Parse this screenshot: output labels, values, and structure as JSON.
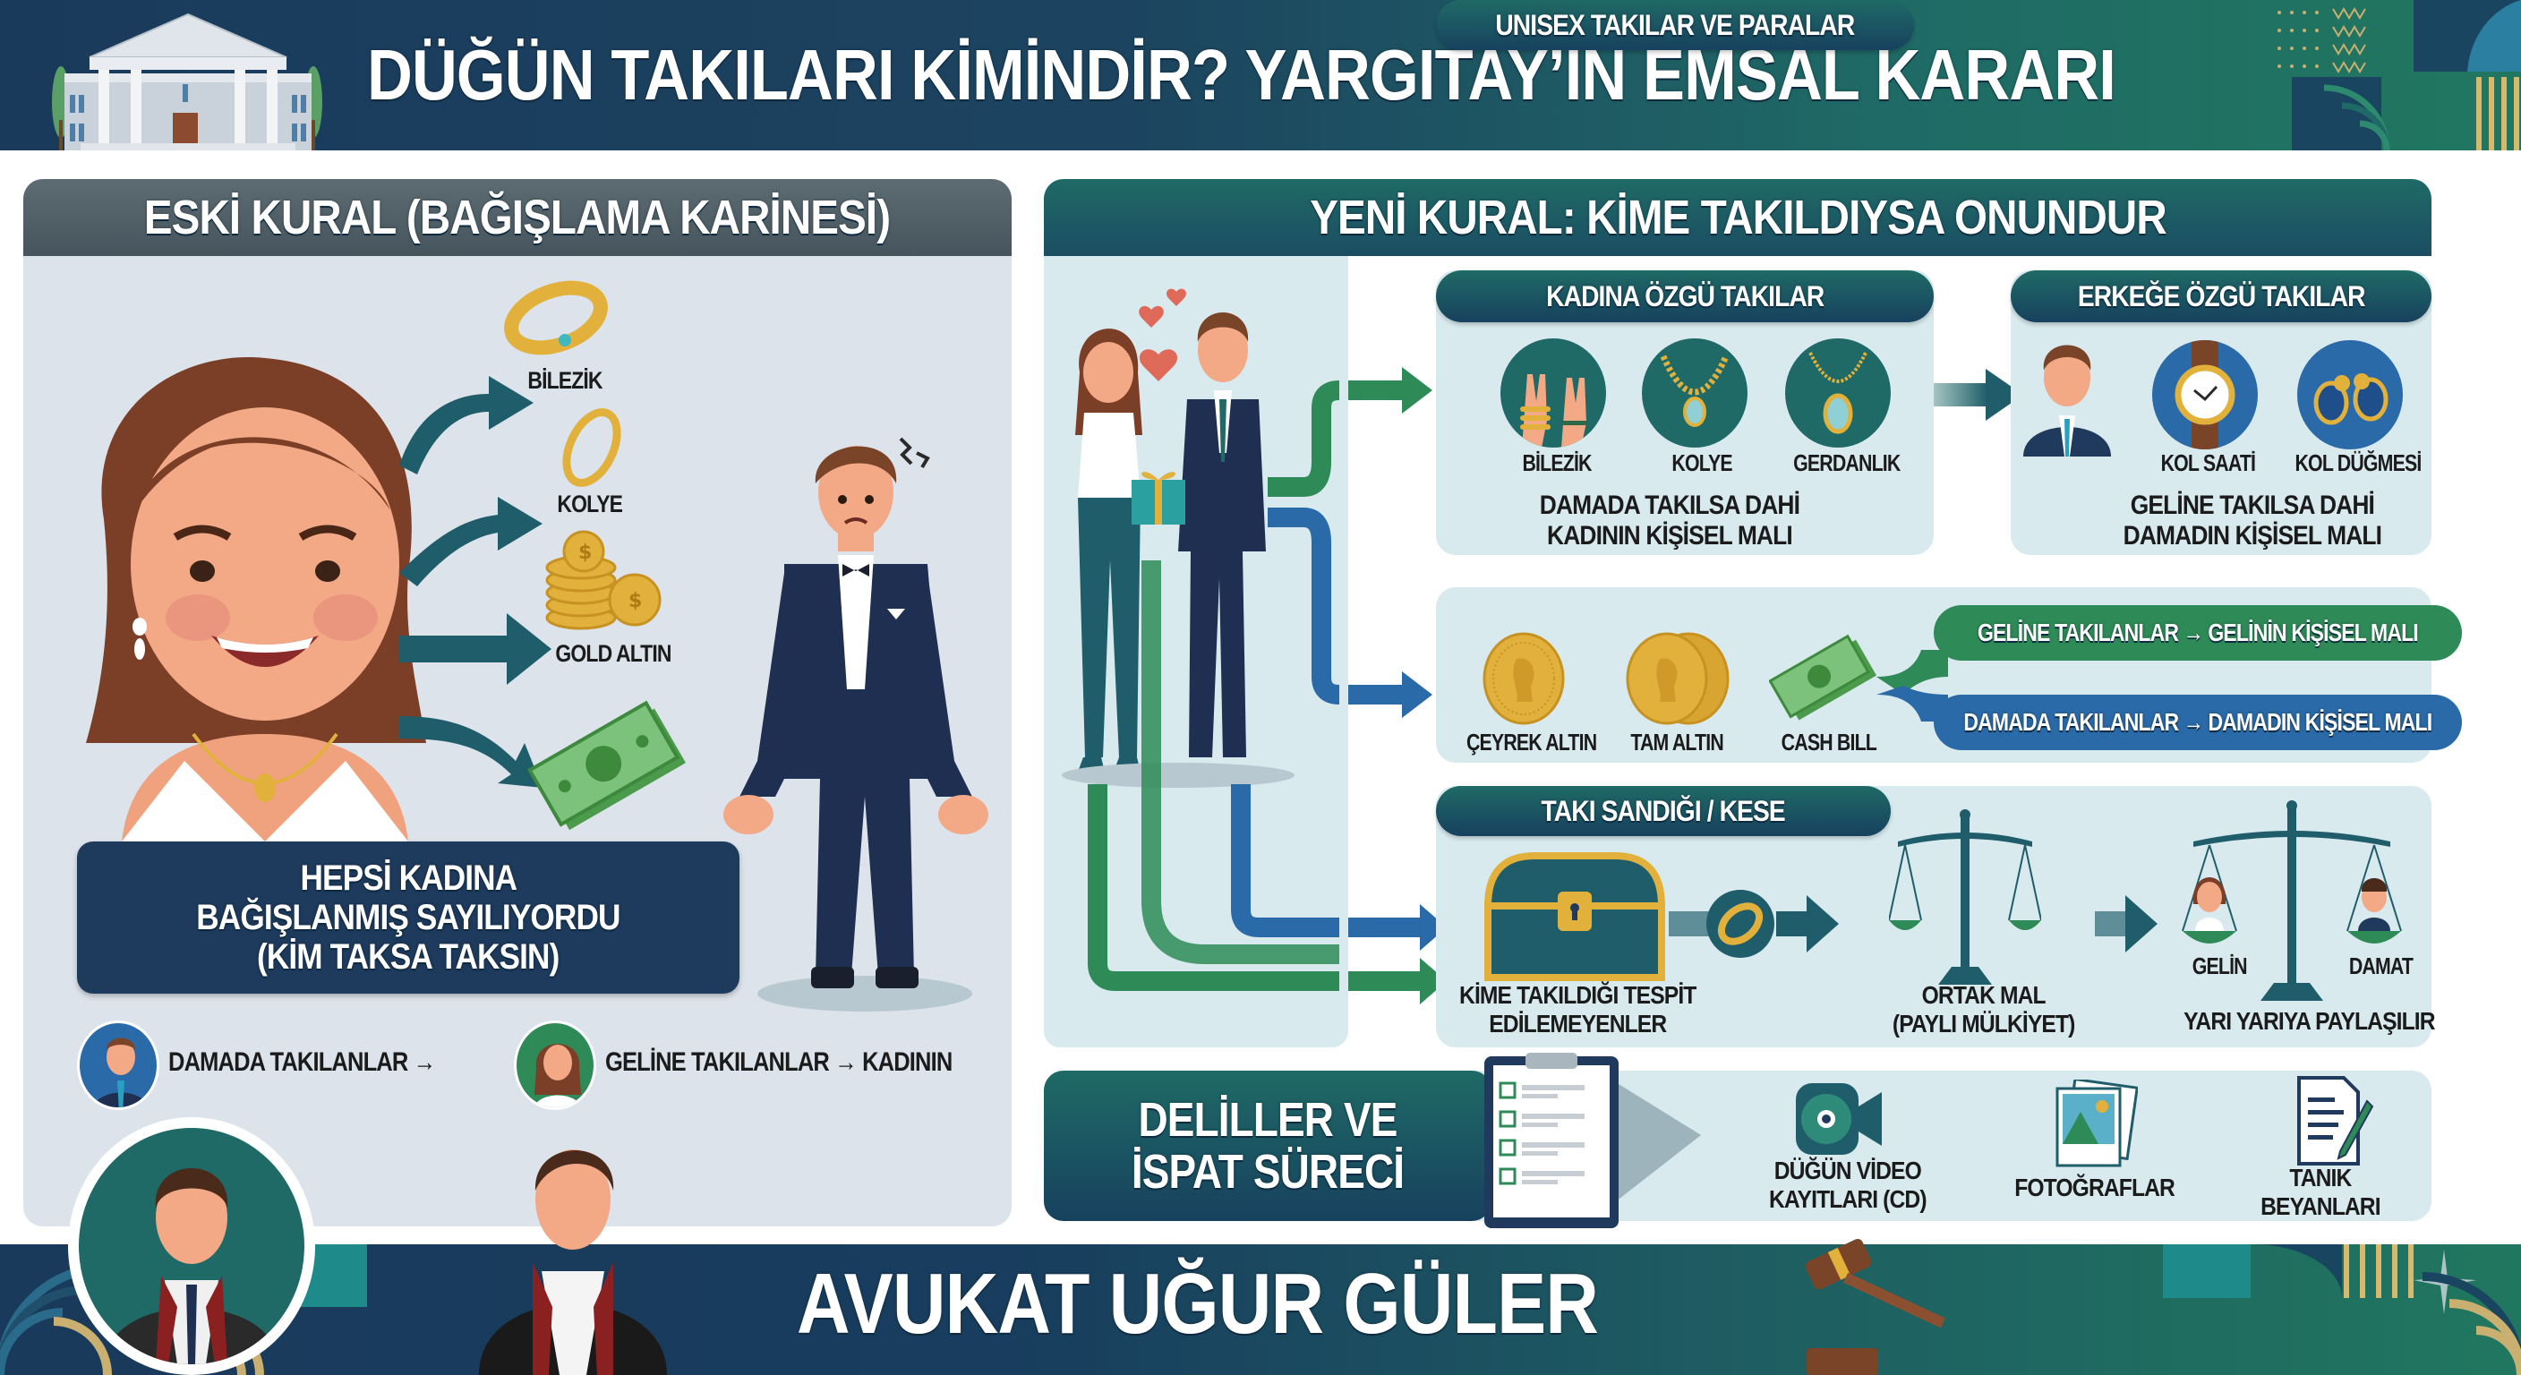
{
  "header": {
    "title": "DÜĞÜN TAKILARI KİMİNDİR? YARGITAY’IN EMSAL KARARI",
    "icon": "courthouse-icon"
  },
  "old_rule": {
    "title": "ESKİ KURAL (BAĞIŞLAMA KARİNESİ)",
    "items": [
      {
        "label": "BİLEZİK",
        "icon": "bracelet-icon"
      },
      {
        "label": "KOLYE",
        "icon": "necklace-ring-icon"
      },
      {
        "label": "GOLD ALTIN",
        "icon": "gold-coins-icon"
      },
      {
        "label": "",
        "icon": "cash-icon"
      }
    ],
    "summary": [
      "HEPSİ KADINA",
      "BAĞIŞLANMIŞ SAYILIYORDU",
      "(KİM TAKSA TAKSIN)"
    ],
    "legend": [
      {
        "text": "DAMADA TAKILANLAR →",
        "avatar": "groom-avatar"
      },
      {
        "text": "GELİNE TAKILANLAR → KADININ",
        "avatar": "bride-avatar"
      }
    ]
  },
  "new_rule": {
    "title": "YENİ KURAL: KİME TAKILDIYSA ONUNDUR",
    "female": {
      "title": "KADINA ÖZGÜ TAKILAR",
      "items": [
        "BİLEZİK",
        "KOLYE",
        "GERDANLIK"
      ],
      "note": [
        "DAMADA TAKILSA DAHİ",
        "KADININ KİŞİSEL MALI"
      ]
    },
    "male": {
      "title": "ERKEĞE ÖZGÜ TAKILAR",
      "items": [
        "KOL SAATİ",
        "KOL DÜĞMESİ"
      ],
      "note": [
        "GELİNE TAKILSA DAHİ",
        "DAMADIN KİŞİSEL MALI"
      ]
    },
    "unisex": {
      "title": "UNISEX TAKILAR VE PARALAR",
      "items": [
        "ÇEYREK ALTIN",
        "TAM ALTIN",
        "CASH BILL"
      ],
      "rules": [
        {
          "text": "GELİNE TAKILANLAR → GELİNİN KİŞİSEL MALI",
          "color": "#2e8b57"
        },
        {
          "text": "DAMADA TAKILANLAR → DAMADIN KİŞİSEL MALI",
          "color": "#2a6aa8"
        }
      ]
    },
    "chest": {
      "title": "TAKI SANDIĞI / KESE",
      "steps": [
        {
          "label": [
            "KİME TAKILDIĞI TESPİT",
            "EDİLEMEYENLER"
          ]
        },
        {
          "label": [
            "ORTAK MAL",
            "(PAYLI MÜLKİYET)"
          ]
        },
        {
          "label": [
            "YARI YARIYA PAYLAŞILIR"
          ],
          "sides": [
            "GELİN",
            "DAMAT"
          ]
        }
      ]
    }
  },
  "evidence": {
    "title": [
      "DELİLLER VE",
      "İSPAT SÜRECİ"
    ],
    "items": [
      {
        "label": [
          "DÜĞÜN VİDEO",
          "KAYITLARI (CD)"
        ],
        "icon": "video-camera-icon"
      },
      {
        "label": [
          "FOTOĞRAFLAR"
        ],
        "icon": "photos-icon"
      },
      {
        "label": [
          "TANIK",
          "BEYANLARI"
        ],
        "icon": "document-pen-icon"
      }
    ]
  },
  "footer": {
    "title": "AVUKAT UĞUR GÜLER"
  },
  "colors": {
    "navy": "#1e3a5c",
    "teal": "#1f6a66",
    "green": "#2e8b57",
    "blue": "#2a6aa8",
    "gold": "#e2b13c",
    "panel_gray": "#dce3ea",
    "panel_light": "#d8eaee"
  }
}
